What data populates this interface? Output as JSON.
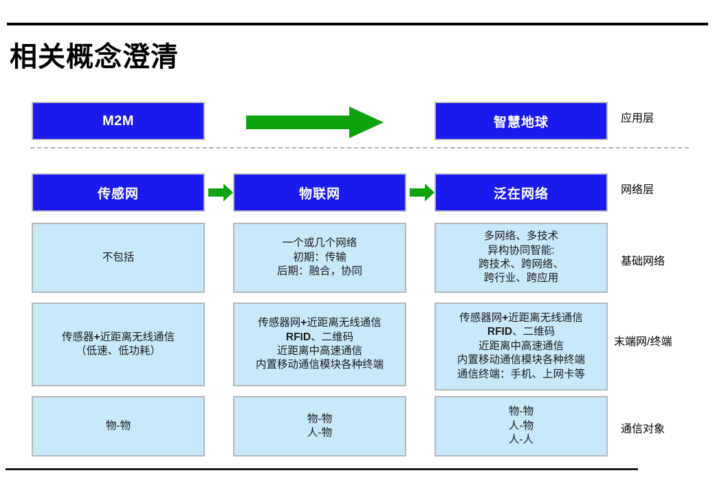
{
  "slide": {
    "title": "相关概念澄清",
    "colors": {
      "blue_box": "#1a1aee",
      "light_box": "#c9e8fa",
      "arrow_green": "#10a310",
      "rule": "#000000",
      "dashed_rule": "#b0b0b0"
    }
  },
  "row_labels": [
    {
      "id": "application-layer",
      "text": "应用层"
    },
    {
      "id": "network-layer",
      "text": "网络层"
    },
    {
      "id": "basic-network",
      "text": "基础网络"
    },
    {
      "id": "terminal-network",
      "text": "末端网/终端"
    },
    {
      "id": "communication-object",
      "text": "通信对象"
    }
  ],
  "top_row": {
    "left_box": "M2M",
    "right_box": "智慧地球"
  },
  "layer_row": {
    "col1": "传感网",
    "col2": "物联网",
    "col3": "泛在网络"
  },
  "basic_network_row": {
    "col1": [
      "不包括"
    ],
    "col2": [
      "一个或几个网络",
      "初期：传输",
      "后期：融合，协同"
    ],
    "col3": [
      "多网络、多技术",
      "异构协同智能:",
      "跨技术、跨网络、",
      "跨行业、跨应用"
    ]
  },
  "terminal_row": {
    "col1": [
      {
        "pre": "传感器",
        "bold": "+",
        "post": "近距离无线通信"
      },
      {
        "pre": "（低速、低功耗）",
        "bold": "",
        "post": ""
      }
    ],
    "col2": [
      {
        "pre": "传感器网",
        "bold": "+",
        "post": "近距离无线通信"
      },
      {
        "pre": "",
        "bold": "RFID",
        "post": "、二维码"
      },
      {
        "pre": "近距离中高速通信",
        "bold": "",
        "post": ""
      },
      {
        "pre": "内置移动通信模块各种终端",
        "bold": "",
        "post": ""
      }
    ],
    "col3": [
      {
        "pre": "传感器网",
        "bold": "+",
        "post": "近距离无线通信"
      },
      {
        "pre": "",
        "bold": "RFID",
        "post": "、二维码"
      },
      {
        "pre": "近距离中高速通信",
        "bold": "",
        "post": ""
      },
      {
        "pre": "内置移动通信模块各种终端",
        "bold": "",
        "post": ""
      },
      {
        "pre": "通信终端：手机、上网卡等",
        "bold": "",
        "post": ""
      }
    ]
  },
  "comm_object_row": {
    "col1": [
      "物-物"
    ],
    "col2": [
      "物-物",
      "人-物"
    ],
    "col3": [
      "物-物",
      "人-物",
      "人-人"
    ]
  },
  "arrows": {
    "big_label": "big-right-arrow",
    "small_label": "small-right-arrow"
  }
}
